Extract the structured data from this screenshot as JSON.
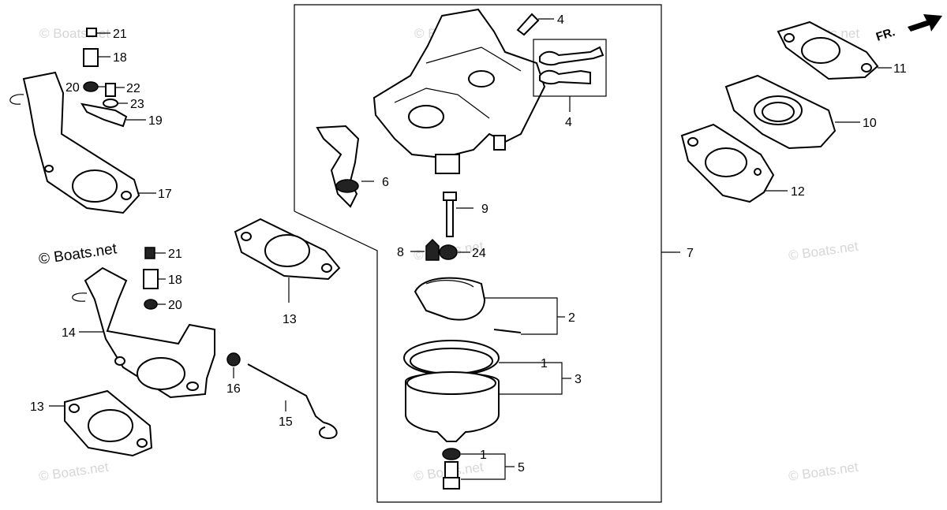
{
  "watermark": "© Boats.net",
  "orientation": "FR.",
  "callouts": {
    "c21a": "21",
    "c18a": "18",
    "c20a": "20",
    "c22": "22",
    "c23": "23",
    "c19": "19",
    "c17": "17",
    "c21b": "21",
    "c18b": "18",
    "c20b": "20",
    "c14": "14",
    "c13a": "13",
    "c16": "16",
    "c15": "15",
    "c13b": "13",
    "c4a": "4",
    "c4b": "4",
    "c6": "6",
    "c9": "9",
    "c8": "8",
    "c24": "24",
    "c7": "7",
    "c2": "2",
    "c1a": "1",
    "c3": "3",
    "c1b": "1",
    "c5": "5",
    "c11": "11",
    "c10": "10",
    "c12": "12"
  }
}
